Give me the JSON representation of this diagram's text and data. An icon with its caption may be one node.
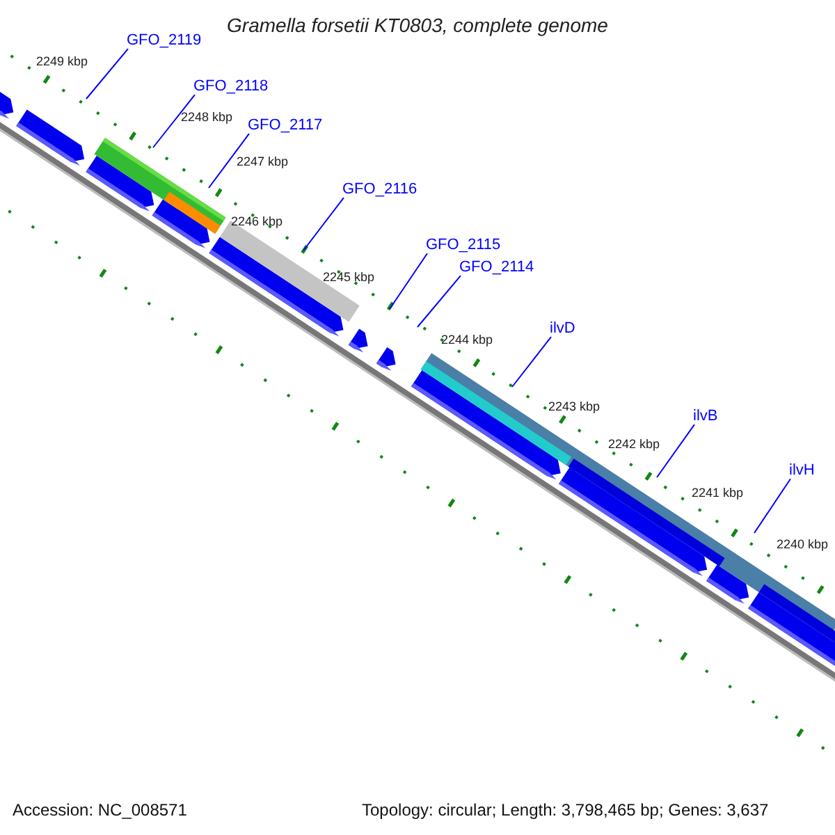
{
  "diagram": {
    "title": "Gramella forsetii KT0803, complete genome",
    "nodes": [
      {
        "text": [
          "GFO_2119"
        ]
      },
      {
        "text": [
          "GFO_2118"
        ]
      },
      {
        "text": [
          "GFO_2117"
        ]
      },
      {
        "text": [
          "GFO_2116"
        ]
      },
      {
        "text": [
          "GFO_2115"
        ]
      },
      {
        "text": [
          "GFO_2114"
        ]
      },
      {
        "text": [
          "ilvD"
        ]
      },
      {
        "text": [
          "ilvB"
        ]
      },
      {
        "text": [
          "ilvH"
        ]
      }
    ],
    "edges": [
      {
        "from": 0,
        "to": null,
        "arrow": "none"
      },
      {
        "from": 1,
        "to": null,
        "arrow": "none"
      },
      {
        "from": 2,
        "to": null,
        "arrow": "none"
      },
      {
        "from": 3,
        "to": null,
        "arrow": "none"
      },
      {
        "from": 4,
        "to": null,
        "arrow": "none"
      },
      {
        "from": 5,
        "to": null,
        "arrow": "none"
      },
      {
        "from": 6,
        "to": null,
        "arrow": "none"
      },
      {
        "from": 7,
        "to": null,
        "arrow": "none"
      },
      {
        "from": 8,
        "to": null,
        "arrow": "none"
      }
    ],
    "labels": [
      "2249 kbp",
      "2248 kbp",
      "2247 kbp",
      "2246 kbp",
      "2245 kbp",
      "2244 kbp",
      "2243 kbp",
      "2242 kbp",
      "2241 kbp",
      "2240 kbp",
      "Accession: NC_008571",
      "Topology: circular; Length: 3,798,465 bp; Genes: 3,637"
    ]
  }
}
